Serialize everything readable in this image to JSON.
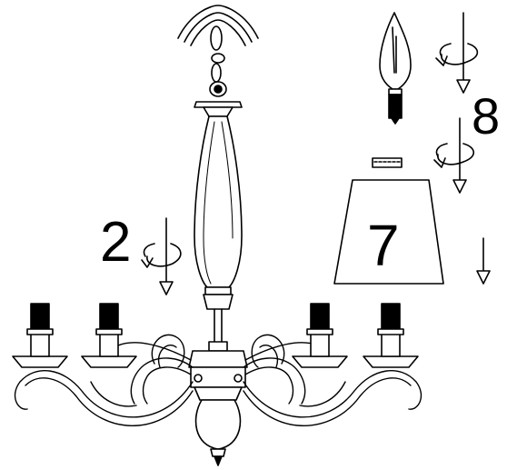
{
  "diagram": {
    "step_labels": {
      "hanging": "2",
      "shade": "7",
      "bulb": "8"
    },
    "icons": {
      "rotate": "rotate-clockwise-arrow-icon",
      "down": "down-arrow-icon"
    },
    "colors": {
      "line": "#000000",
      "background": "#ffffff"
    }
  }
}
